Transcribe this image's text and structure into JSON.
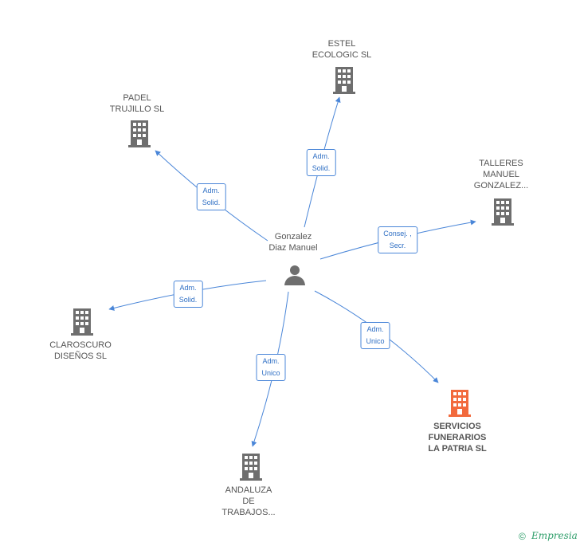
{
  "center": {
    "name_line1": "Gonzalez",
    "name_line2": "Diaz Manuel",
    "icon": "person-icon"
  },
  "companies": [
    {
      "id": "estel",
      "line1": "ESTEL",
      "line2": "ECOLOGIC SL",
      "line3": "",
      "highlight": false
    },
    {
      "id": "padel",
      "line1": "PADEL",
      "line2": "TRUJILLO  SL",
      "line3": "",
      "highlight": false
    },
    {
      "id": "talleres",
      "line1": "TALLERES",
      "line2": "MANUEL",
      "line3": "GONZALEZ...",
      "highlight": false
    },
    {
      "id": "claroscuro",
      "line1": "CLAROSCURO",
      "line2": "DISEÑOS SL",
      "line3": "",
      "highlight": false
    },
    {
      "id": "andaluza",
      "line1": "ANDALUZA",
      "line2": "DE",
      "line3": "TRABAJOS...",
      "highlight": false
    },
    {
      "id": "servicios",
      "line1": "SERVICIOS",
      "line2": "FUNERARIOS",
      "line3": "LA PATRIA SL",
      "highlight": true
    }
  ],
  "relations": [
    {
      "target": "estel",
      "line1": "Adm.",
      "line2": "Solid."
    },
    {
      "target": "padel",
      "line1": "Adm.",
      "line2": "Solid."
    },
    {
      "target": "talleres",
      "line1": "Consej. ,",
      "line2": "Secr."
    },
    {
      "target": "claroscuro",
      "line1": "Adm.",
      "line2": "Solid."
    },
    {
      "target": "andaluza",
      "line1": "Adm.",
      "line2": "Unico"
    },
    {
      "target": "servicios",
      "line1": "Adm.",
      "line2": "Unico"
    }
  ],
  "colors": {
    "link": "#4a86d8",
    "building": "#6e6e6e",
    "highlight_building": "#f26a3d",
    "brand": "#2e9e6a"
  },
  "footer": {
    "copyright": "©",
    "brand": "Empresia"
  }
}
